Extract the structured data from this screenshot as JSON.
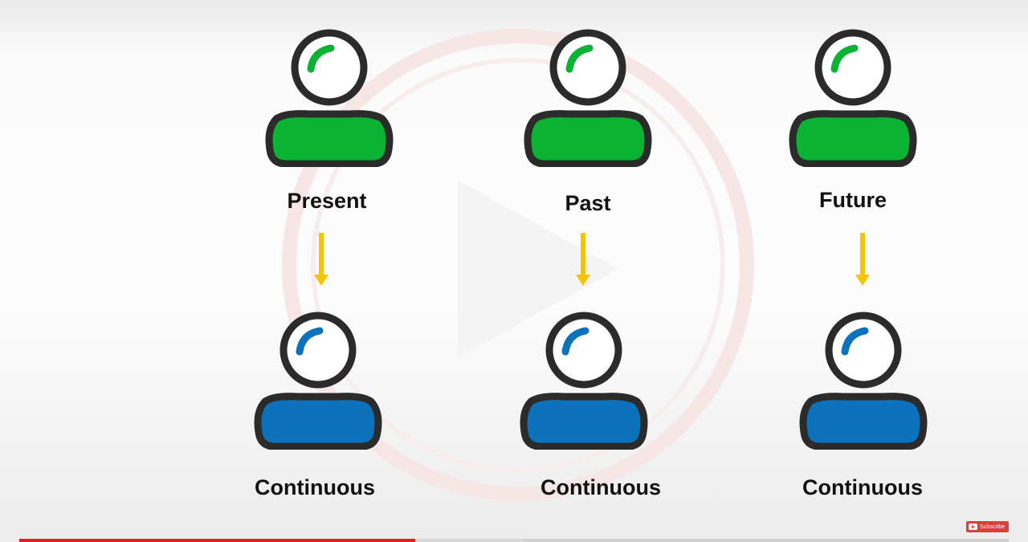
{
  "columns": [
    {
      "tense": "Present",
      "aspect": "Continuous"
    },
    {
      "tense": "Past",
      "aspect": "Continuous"
    },
    {
      "tense": "Future",
      "aspect": "Continuous"
    }
  ],
  "colors": {
    "top_person": "#0bb335",
    "bottom_person": "#0c72bb",
    "outline": "#2b2b2b",
    "arrow": "#f5c400",
    "progress": "#e0201f",
    "subscribe": "#d9403b"
  },
  "icons": {
    "top": "person-icon-green",
    "bottom": "person-icon-blue",
    "arrow": "arrow-down-icon",
    "watermark": "play-logo-watermark"
  },
  "player": {
    "progress_fraction": 0.4,
    "buffered_fraction": 0.51,
    "subscribe_label": "Subscribe"
  }
}
